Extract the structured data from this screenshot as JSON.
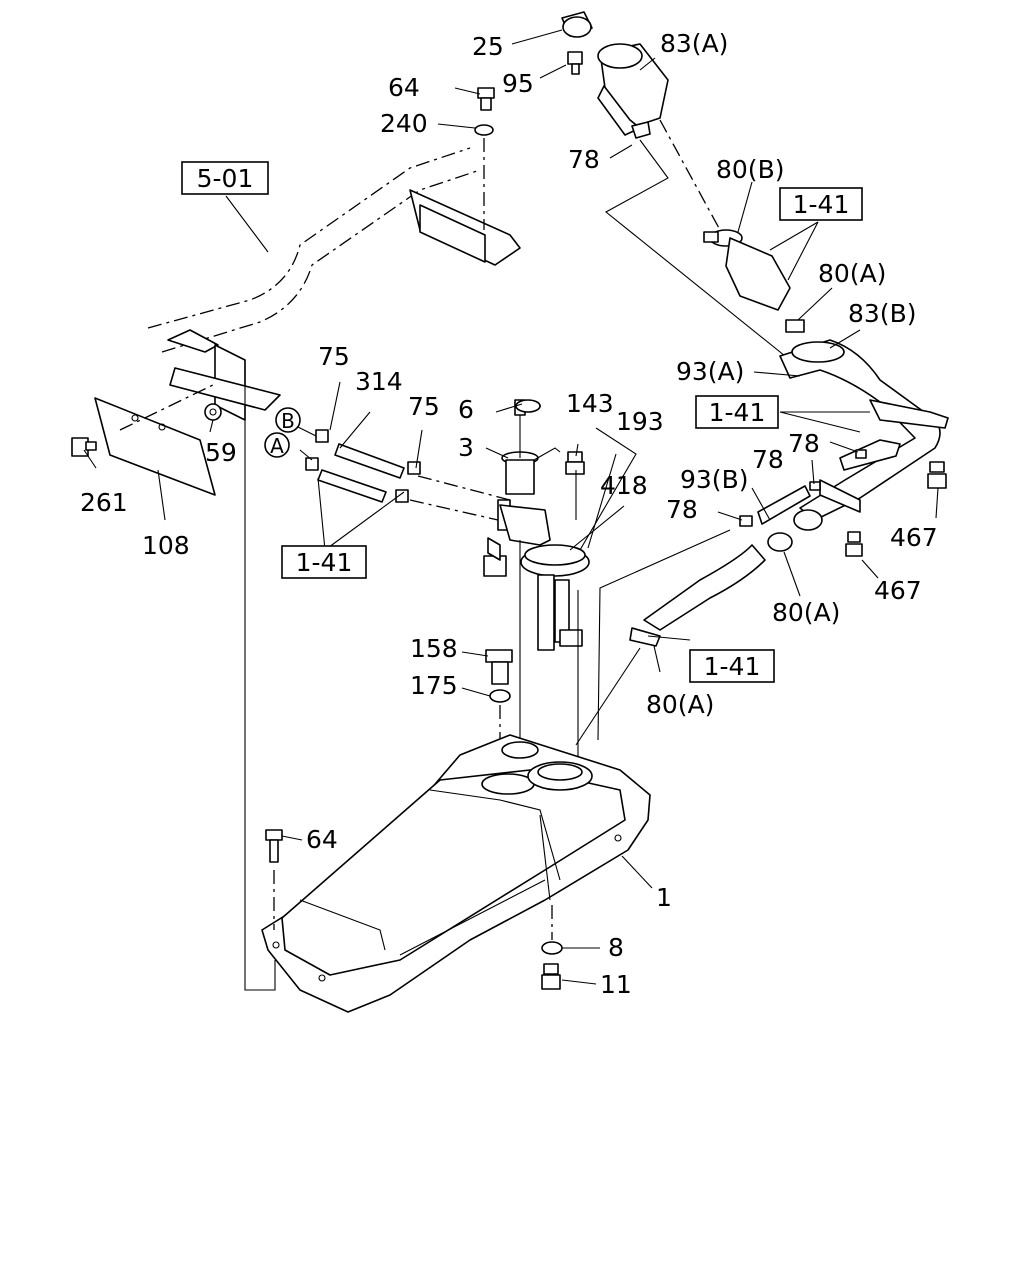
{
  "diagram": {
    "refs": {
      "r501": "5-01",
      "r141a": "1-41",
      "r141b": "1-41",
      "r141c": "1-41",
      "r141d": "1-41"
    },
    "circles": {
      "A": "A",
      "B": "B"
    },
    "labels": {
      "p25": "25",
      "p83a": "83(A)",
      "p64a": "64",
      "p95": "95",
      "p240": "240",
      "p78a": "78",
      "p80b": "80(B)",
      "p80a1": "80(A)",
      "p83b": "83(B)",
      "p93a": "93(A)",
      "p75a": "75",
      "p314": "314",
      "p6": "6",
      "p75b": "75",
      "p143": "143",
      "p193": "193",
      "p3": "3",
      "p418": "418",
      "p59": "59",
      "p261": "261",
      "p108": "108",
      "p78b": "78",
      "p78c": "78",
      "p93b": "93(B)",
      "p78d": "78",
      "p467a": "467",
      "p467b": "467",
      "p80a2": "80(A)",
      "p80a3": "80(A)",
      "p158": "158",
      "p175": "175",
      "p64b": "64",
      "p1": "1",
      "p8": "8",
      "p11": "11"
    }
  }
}
